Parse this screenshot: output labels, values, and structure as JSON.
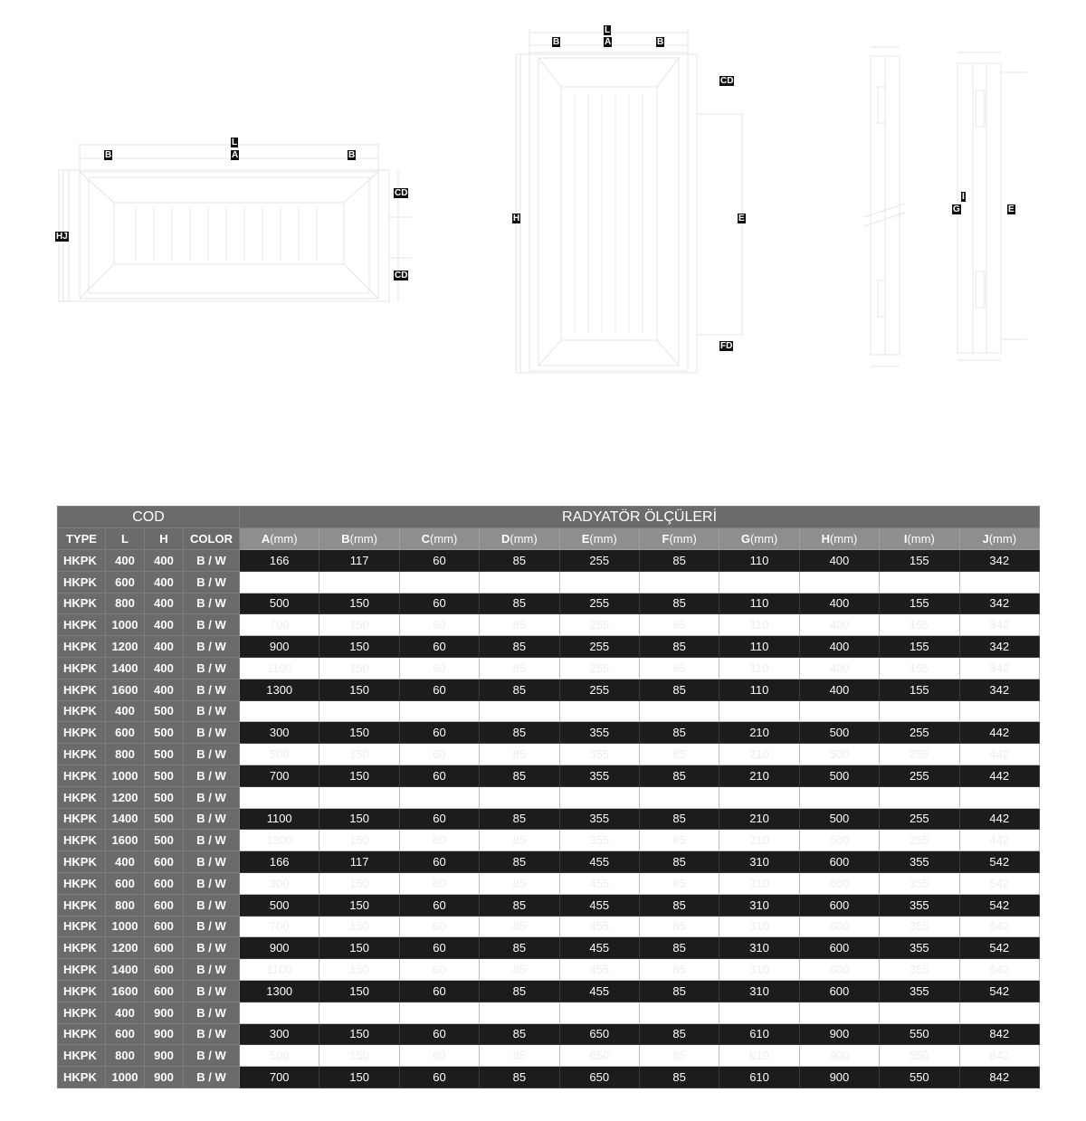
{
  "drawing_labels": {
    "front": {
      "L": "L",
      "A": "A",
      "B1": "B",
      "B2": "B",
      "CD1": "CD",
      "CD2": "CD",
      "HJ": "HJ"
    },
    "vertical": {
      "L": "L",
      "A": "A",
      "B1": "B",
      "B2": "B",
      "CD": "CD",
      "H": "H",
      "E": "E",
      "FD": "FD"
    },
    "side": {
      "I": "I",
      "G": "G",
      "E": "E"
    }
  },
  "table": {
    "group_headers": {
      "cod": "COD",
      "dimensions": "RADYATÖR ÖLÇÜLERİ"
    },
    "cod_columns": [
      "TYPE",
      "L",
      "H",
      "COLOR"
    ],
    "dim_columns": [
      {
        "letter": "A",
        "unit": "(mm)"
      },
      {
        "letter": "B",
        "unit": "(mm)"
      },
      {
        "letter": "C",
        "unit": "(mm)"
      },
      {
        "letter": "D",
        "unit": "(mm)"
      },
      {
        "letter": "E",
        "unit": "(mm)"
      },
      {
        "letter": "F",
        "unit": "(mm)"
      },
      {
        "letter": "G",
        "unit": "(mm)"
      },
      {
        "letter": "H",
        "unit": "(mm)"
      },
      {
        "letter": "I",
        "unit": "(mm)"
      },
      {
        "letter": "J",
        "unit": "(mm)"
      }
    ],
    "rows": [
      {
        "type": "HKPK",
        "L": "400",
        "H": "400",
        "color": "B / W",
        "values": [
          "166",
          "117",
          "60",
          "85",
          "255",
          "85",
          "110",
          "400",
          "155",
          "342"
        ]
      },
      {
        "type": "HKPK",
        "L": "600",
        "H": "400",
        "color": "B / W",
        "values": [
          "",
          "",
          "",
          "",
          "",
          "",
          "",
          "",
          "",
          ""
        ]
      },
      {
        "type": "HKPK",
        "L": "800",
        "H": "400",
        "color": "B / W",
        "values": [
          "500",
          "150",
          "60",
          "85",
          "255",
          "85",
          "110",
          "400",
          "155",
          "342"
        ]
      },
      {
        "type": "HKPK",
        "L": "1000",
        "H": "400",
        "color": "B / W",
        "values": [
          "700",
          "150",
          "60",
          "85",
          "255",
          "85",
          "110",
          "400",
          "155",
          "342"
        ]
      },
      {
        "type": "HKPK",
        "L": "1200",
        "H": "400",
        "color": "B / W",
        "values": [
          "900",
          "150",
          "60",
          "85",
          "255",
          "85",
          "110",
          "400",
          "155",
          "342"
        ]
      },
      {
        "type": "HKPK",
        "L": "1400",
        "H": "400",
        "color": "B / W",
        "values": [
          "1100",
          "150",
          "60",
          "85",
          "255",
          "85",
          "110",
          "400",
          "155",
          "342"
        ]
      },
      {
        "type": "HKPK",
        "L": "1600",
        "H": "400",
        "color": "B / W",
        "values": [
          "1300",
          "150",
          "60",
          "85",
          "255",
          "85",
          "110",
          "400",
          "155",
          "342"
        ]
      },
      {
        "type": "HKPK",
        "L": "400",
        "H": "500",
        "color": "B / W",
        "values": [
          "",
          "",
          "",
          "",
          "",
          "",
          "",
          "",
          "",
          ""
        ]
      },
      {
        "type": "HKPK",
        "L": "600",
        "H": "500",
        "color": "B / W",
        "values": [
          "300",
          "150",
          "60",
          "85",
          "355",
          "85",
          "210",
          "500",
          "255",
          "442"
        ]
      },
      {
        "type": "HKPK",
        "L": "800",
        "H": "500",
        "color": "B / W",
        "values": [
          "500",
          "150",
          "60",
          "85",
          "355",
          "85",
          "210",
          "500",
          "255",
          "442"
        ]
      },
      {
        "type": "HKPK",
        "L": "1000",
        "H": "500",
        "color": "B / W",
        "values": [
          "700",
          "150",
          "60",
          "85",
          "355",
          "85",
          "210",
          "500",
          "255",
          "442"
        ]
      },
      {
        "type": "HKPK",
        "L": "1200",
        "H": "500",
        "color": "B / W",
        "values": [
          "",
          "",
          "",
          "",
          "",
          "",
          "",
          "",
          "",
          ""
        ]
      },
      {
        "type": "HKPK",
        "L": "1400",
        "H": "500",
        "color": "B / W",
        "values": [
          "1100",
          "150",
          "60",
          "85",
          "355",
          "85",
          "210",
          "500",
          "255",
          "442"
        ]
      },
      {
        "type": "HKPK",
        "L": "1600",
        "H": "500",
        "color": "B / W",
        "values": [
          "1300",
          "150",
          "60",
          "85",
          "355",
          "85",
          "210",
          "500",
          "255",
          "442"
        ]
      },
      {
        "type": "HKPK",
        "L": "400",
        "H": "600",
        "color": "B / W",
        "values": [
          "166",
          "117",
          "60",
          "85",
          "455",
          "85",
          "310",
          "600",
          "355",
          "542"
        ]
      },
      {
        "type": "HKPK",
        "L": "600",
        "H": "600",
        "color": "B / W",
        "values": [
          "300",
          "150",
          "60",
          "85",
          "455",
          "85",
          "310",
          "600",
          "355",
          "542"
        ]
      },
      {
        "type": "HKPK",
        "L": "800",
        "H": "600",
        "color": "B / W",
        "values": [
          "500",
          "150",
          "60",
          "85",
          "455",
          "85",
          "310",
          "600",
          "355",
          "542"
        ]
      },
      {
        "type": "HKPK",
        "L": "1000",
        "H": "600",
        "color": "B / W",
        "values": [
          "700",
          "150",
          "60",
          "85",
          "455",
          "85",
          "310",
          "600",
          "355",
          "542"
        ]
      },
      {
        "type": "HKPK",
        "L": "1200",
        "H": "600",
        "color": "B / W",
        "values": [
          "900",
          "150",
          "60",
          "85",
          "455",
          "85",
          "310",
          "600",
          "355",
          "542"
        ]
      },
      {
        "type": "HKPK",
        "L": "1400",
        "H": "600",
        "color": "B / W",
        "values": [
          "1100",
          "150",
          "60",
          "85",
          "455",
          "85",
          "310",
          "600",
          "355",
          "542"
        ]
      },
      {
        "type": "HKPK",
        "L": "1600",
        "H": "600",
        "color": "B / W",
        "values": [
          "1300",
          "150",
          "60",
          "85",
          "455",
          "85",
          "310",
          "600",
          "355",
          "542"
        ]
      },
      {
        "type": "HKPK",
        "L": "400",
        "H": "900",
        "color": "B / W",
        "values": [
          "",
          "",
          "",
          "",
          "",
          "",
          "",
          "",
          "",
          ""
        ]
      },
      {
        "type": "HKPK",
        "L": "600",
        "H": "900",
        "color": "B / W",
        "values": [
          "300",
          "150",
          "60",
          "85",
          "650",
          "85",
          "610",
          "900",
          "550",
          "842"
        ]
      },
      {
        "type": "HKPK",
        "L": "800",
        "H": "900",
        "color": "B / W",
        "values": [
          "500",
          "150",
          "60",
          "85",
          "650",
          "85",
          "610",
          "900",
          "550",
          "842"
        ]
      },
      {
        "type": "HKPK",
        "L": "1000",
        "H": "900",
        "color": "B / W",
        "values": [
          "700",
          "150",
          "60",
          "85",
          "650",
          "85",
          "610",
          "900",
          "550",
          "842"
        ]
      }
    ]
  }
}
